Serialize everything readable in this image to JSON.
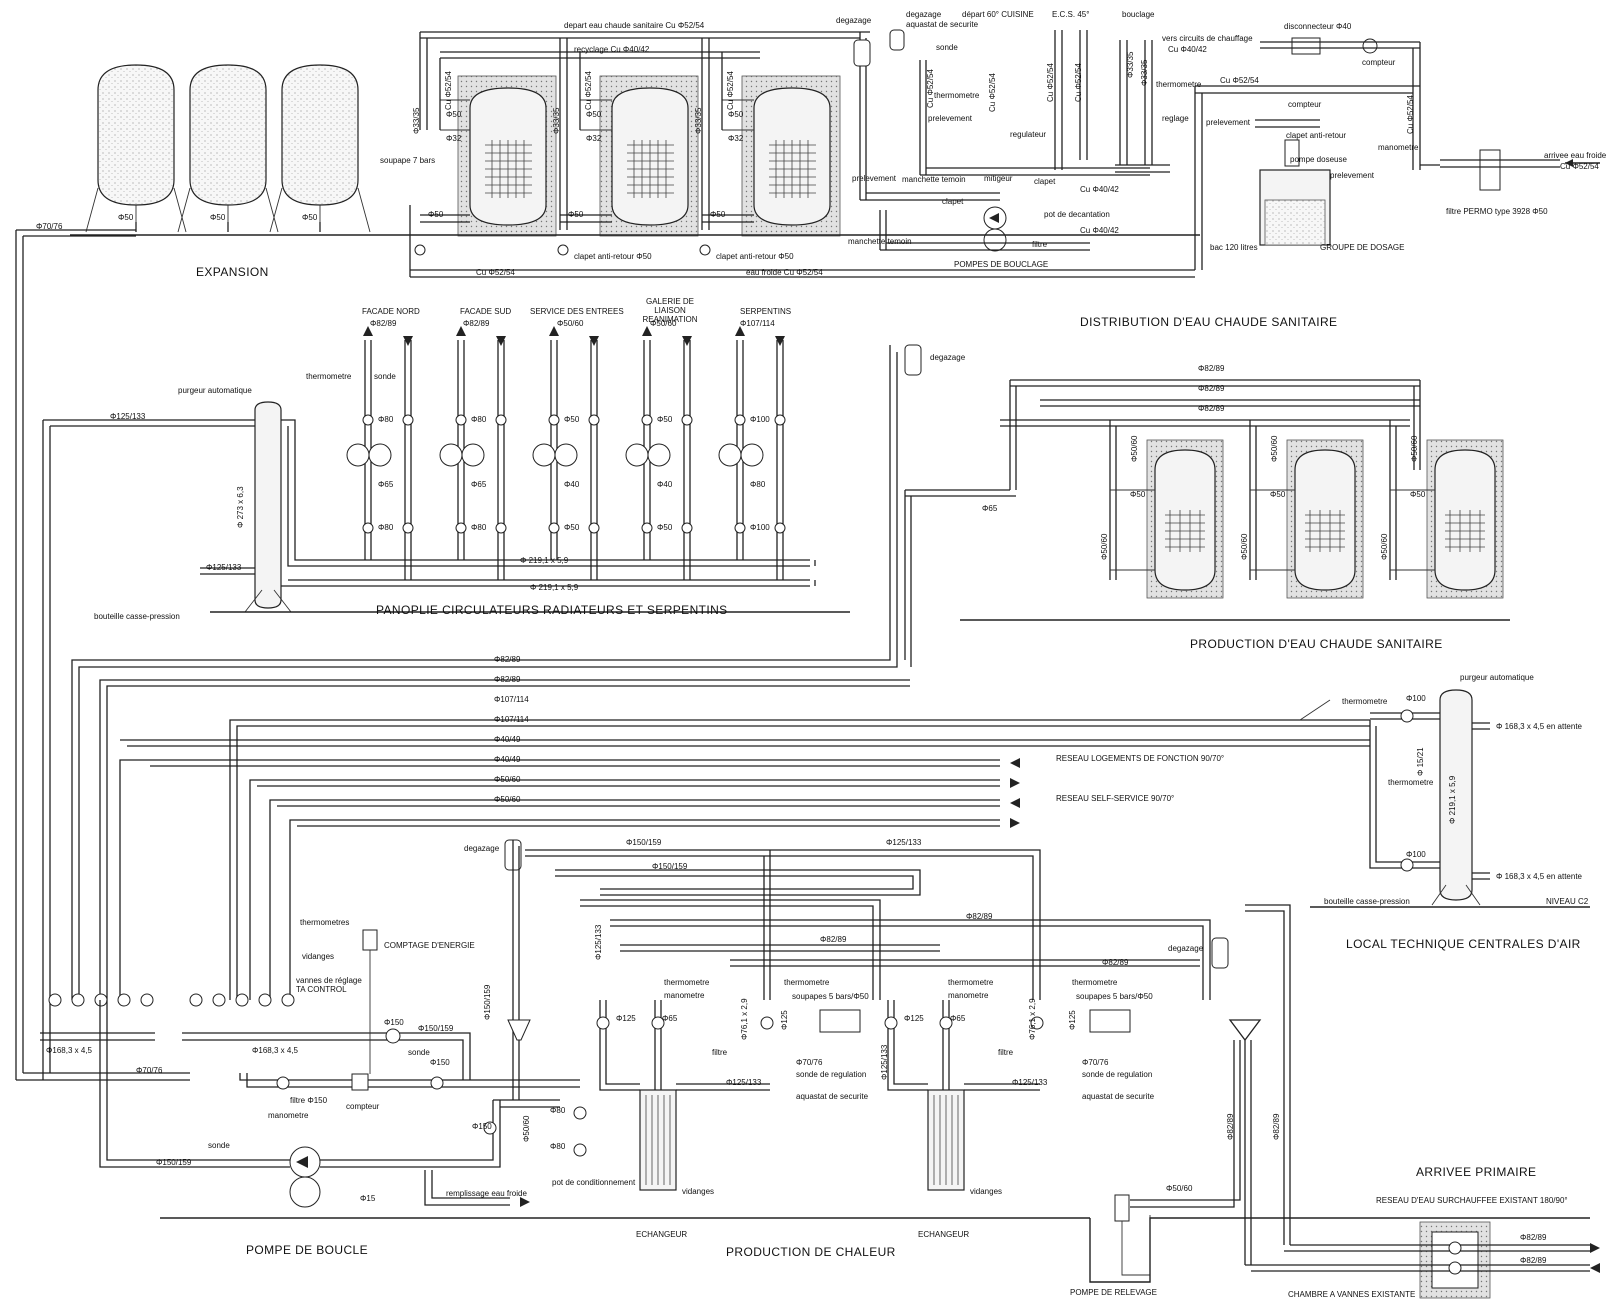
{
  "sections": {
    "expansion": "EXPANSION",
    "distribution_ecs": "DISTRIBUTION D'EAU CHAUDE SANITAIRE",
    "panoplie": "PANOPLIE CIRCULATEURS RADIATEURS ET SERPENTINS",
    "production_ecs": "PRODUCTION D'EAU CHAUDE SANITAIRE",
    "local_technique": "LOCAL TECHNIQUE CENTRALES D'AIR",
    "arrivee_primaire": "ARRIVEE PRIMAIRE",
    "pompe_boucle": "POMPE DE BOUCLE",
    "production_chaleur": "PRODUCTION DE CHALEUR"
  },
  "expansion": {
    "outlet_labels": [
      "Φ50",
      "Φ50",
      "Φ50"
    ],
    "main_pipe": "Φ70/76"
  },
  "distribution": {
    "labels": {
      "depart": "depart eau chaude sanitaire Cu Φ52/54",
      "recyclage": "recyclage Cu Φ40/42",
      "cu_5254_v": "Cu Φ52/54",
      "phi_3335": "Φ33/35",
      "phi_32": "Φ32",
      "phi_50": "Φ50",
      "soupape": "soupape 7 bars",
      "clapet_ar_50": "clapet anti-retour Φ50",
      "cu_5254_bottom": "Cu Φ52/54",
      "eau_froide": "eau froide Cu Φ52/54",
      "degazage": "degazage",
      "aquastat": "aquastat de securite",
      "sonde": "sonde",
      "depart_cuisine": "départ 60° CUISINE",
      "ecs45": "E.C.S. 45°",
      "bouclage": "bouclage",
      "thermometre": "thermometre",
      "reglage": "reglage",
      "prelevement": "prelevement",
      "regulateur": "regulateur",
      "manchette_temoin": "manchette temoin",
      "mitigeur": "mitigeur",
      "clapet": "clapet",
      "cu_4042": "Cu Φ40/42",
      "pot_decantation": "pot de decantation",
      "filtre": "filtre",
      "pompes_bouclage": "POMPES DE BOUCLAGE",
      "disconnecteur": "disconnecteur Φ40",
      "vers_circuits": "vers circuits de chauffage",
      "compteur": "compteur",
      "clapet_ar": "clapet anti-retour",
      "pompe_doseuse": "pompe doseuse",
      "manometre": "manometre",
      "arrivee_froide": "arrivee eau froide",
      "filtre_permo": "filtre PERMO type 3928 Φ50",
      "bac": "bac 120 litres",
      "groupe_dosage": "GROUPE DE DOSAGE"
    }
  },
  "panoplie": {
    "circuits": [
      {
        "name": "FACADE NORD",
        "dia": "Φ82/89",
        "v1": "Φ80",
        "v2": "Φ65",
        "v3": "Φ80"
      },
      {
        "name": "FACADE SUD",
        "dia": "Φ82/89",
        "v1": "Φ80",
        "v2": "Φ65",
        "v3": "Φ80"
      },
      {
        "name": "SERVICE DES ENTREES",
        "dia": "Φ50/60",
        "v1": "Φ50",
        "v2": "Φ40",
        "v3": "Φ50"
      },
      {
        "name": "GALERIE DE LIAISON REANIMATION",
        "dia": "Φ50/60",
        "v1": "Φ50",
        "v2": "Φ40",
        "v3": "Φ50"
      },
      {
        "name": "SERPENTINS",
        "dia": "Φ107/114",
        "v1": "Φ100",
        "v2": "Φ80",
        "v3": "Φ100"
      }
    ],
    "labels": {
      "thermometre": "thermometre",
      "sonde": "sonde",
      "purgeur": "purgeur automatique",
      "phi_125_133": "Φ125/133",
      "phi_273": "Φ 273 x 6,3",
      "collector": "Φ 219,1 x 5,9",
      "bouteille": "bouteille casse-pression"
    }
  },
  "production_ecs": {
    "labels": {
      "degazage": "degazage",
      "phi_8289": "Φ82/89",
      "phi_65": "Φ65",
      "phi_50": "Φ50",
      "phi_5060": "Φ50/60"
    }
  },
  "networks": {
    "pipe_labels": [
      "Φ82/89",
      "Φ82/89",
      "Φ107/114",
      "Φ107/114",
      "Φ40/49",
      "Φ40/49",
      "Φ50/60",
      "Φ50/60"
    ],
    "reseau_logements": "RESEAU LOGEMENTS DE FONCTION 90/70°",
    "reseau_self": "RESEAU SELF-SERVICE 90/70°"
  },
  "local_technique": {
    "labels": {
      "purgeur": "purgeur automatique",
      "thermometre": "thermometre",
      "phi_100": "Φ100",
      "attente": "Φ 168,3 x 4,5 en attente",
      "phi_1521": "Φ 15/21",
      "phi_219": "Φ 219,1 x 5,9",
      "bouteille": "bouteille casse-pression",
      "niveau": "NIVEAU C2"
    }
  },
  "chaleur": {
    "labels": {
      "degazage": "degazage",
      "phi_150159": "Φ150/159",
      "phi_125133": "Φ125/133",
      "phi_8289": "Φ82/89",
      "thermometres": "thermometres",
      "vidanges": "vidanges",
      "vannes_reglage": "vannes de réglage TA CONTROL",
      "comptage": "COMPTAGE D'ENERGIE",
      "phi_1683": "Φ168,3 x 4,5",
      "phi_7076": "Φ70/76",
      "phi_150": "Φ150",
      "sonde": "sonde",
      "filtre_150": "filtre Φ150",
      "compteur": "compteur",
      "manometre": "manometre",
      "phi_15": "Φ15",
      "phi_80": "Φ80",
      "phi_5060": "Φ50/60",
      "remplissage": "remplissage eau froide",
      "pot_conditionnement": "pot de conditionnement",
      "thermometre": "thermometre",
      "phi_125": "Φ125",
      "phi_65": "Φ65",
      "phi_761": "Φ76,1 x 2,9",
      "soupapes": "soupapes 5 bars/Φ50",
      "filtre": "filtre",
      "sonde_regulation": "sonde de regulation",
      "aquastat": "aquastat de securite",
      "echangeur": "ECHANGEUR"
    }
  },
  "primaire": {
    "reseau": "RESEAU D'EAU SURCHAUFFEE EXISTANT 180/90°",
    "phi_8289": "Φ82/89",
    "pompe_relevage": "POMPE DE RELEVAGE",
    "chambre": "CHAMBRE A VANNES EXISTANTE"
  }
}
